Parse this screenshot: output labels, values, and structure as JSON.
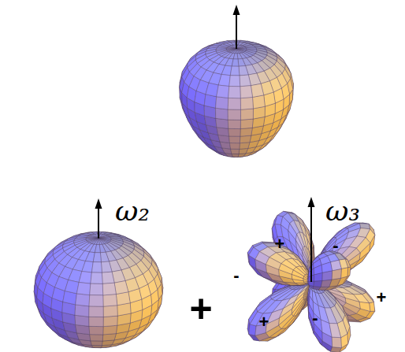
{
  "diagram": {
    "labels": [
      "ω₂",
      "ω₃",
      "+",
      "-",
      "-",
      "+",
      "+",
      "-",
      "+"
    ]
  }
}
